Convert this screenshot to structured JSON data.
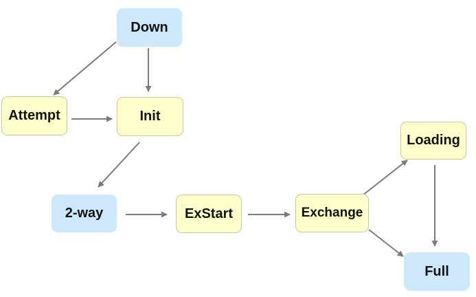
{
  "colors": {
    "state_yellow_fill": "#ffffcc",
    "state_yellow_border": "#c8c8a0",
    "state_blue_fill": "#cce8fa",
    "state_blue_border": "#cce8fa",
    "arrow": "#7a7a7a"
  },
  "nodes": [
    {
      "id": "down",
      "label": "Down",
      "style": "blue"
    },
    {
      "id": "attempt",
      "label": "Attempt",
      "style": "yellow"
    },
    {
      "id": "init",
      "label": "Init",
      "style": "yellow"
    },
    {
      "id": "twoway",
      "label": "2-way",
      "style": "blue"
    },
    {
      "id": "exstart",
      "label": "ExStart",
      "style": "yellow"
    },
    {
      "id": "exchange",
      "label": "Exchange",
      "style": "yellow"
    },
    {
      "id": "loading",
      "label": "Loading",
      "style": "yellow"
    },
    {
      "id": "full",
      "label": "Full",
      "style": "blue"
    }
  ],
  "edges": [
    {
      "from": "down",
      "to": "attempt"
    },
    {
      "from": "down",
      "to": "init"
    },
    {
      "from": "attempt",
      "to": "init"
    },
    {
      "from": "init",
      "to": "twoway"
    },
    {
      "from": "twoway",
      "to": "exstart"
    },
    {
      "from": "exstart",
      "to": "exchange"
    },
    {
      "from": "exchange",
      "to": "loading"
    },
    {
      "from": "exchange",
      "to": "full"
    },
    {
      "from": "loading",
      "to": "full"
    }
  ]
}
